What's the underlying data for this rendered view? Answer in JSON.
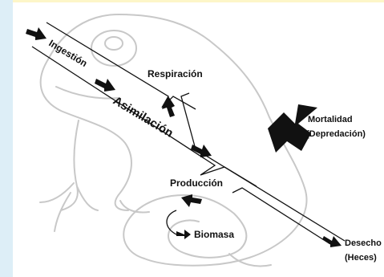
{
  "labels": {
    "ingestion": "Ingestión",
    "asimilacion": "Asimilación",
    "respiracion": "Respiración",
    "mortalidad_1": "Mortalidad",
    "mortalidad_2": "(Depredación)",
    "produccion": "Producción",
    "biomasa": "Biomasa",
    "desecho_1": "Desecho",
    "desecho_2": "(Heces)"
  },
  "colors": {
    "side_strip": "#ddeef7",
    "top_strip": "#fdf6c8",
    "frog_outline": "#c8c8c8",
    "ink": "#111111"
  }
}
